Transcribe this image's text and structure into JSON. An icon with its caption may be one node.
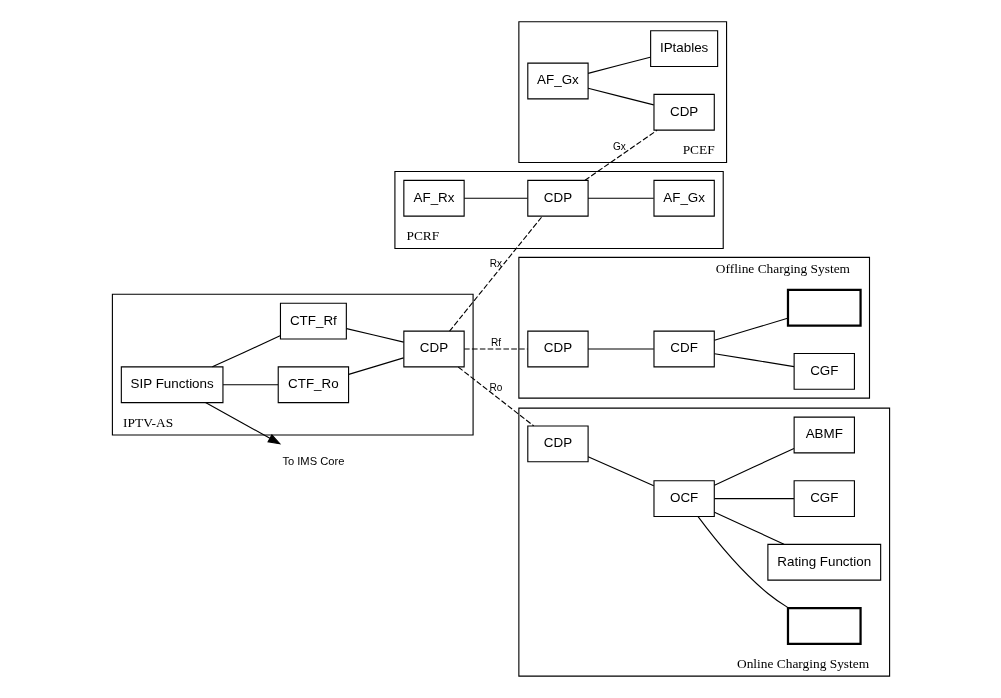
{
  "diagram": {
    "nodes": [
      {
        "text": [
          "Offline Charging System"
        ]
      },
      {
        "text": [
          "CDF"
        ],
        "in": 0
      },
      {
        "text": [
          "CGF"
        ],
        "in": 0
      },
      {
        "text": [
          "CDP"
        ],
        "in": 0
      },
      {
        "text": [],
        "shape": "box",
        "in": 0
      },
      {
        "text": [
          "IPTV-AS"
        ]
      },
      {
        "text": [
          "SIP Functions"
        ],
        "in": 5
      },
      {
        "text": [
          "CTF_Ro"
        ],
        "in": 5
      },
      {
        "text": [
          "CTF_Rf"
        ],
        "in": 5
      },
      {
        "text": [
          "CDP"
        ],
        "in": 5
      },
      {
        "text": [
          "Online Charging System"
        ]
      },
      {
        "text": [],
        "shape": "box",
        "in": 10
      },
      {
        "text": [
          "OCF"
        ],
        "in": 10
      },
      {
        "text": [
          "Rating Function"
        ],
        "in": 10
      },
      {
        "text": [
          "CGF"
        ],
        "in": 10
      },
      {
        "text": [
          "ABMF"
        ],
        "in": 10
      },
      {
        "text": [
          "CDP"
        ],
        "in": 10
      },
      {
        "text": [
          "PCRF"
        ]
      },
      {
        "text": [
          "AF_Rx"
        ],
        "in": 17
      },
      {
        "text": [
          "CDP"
        ],
        "in": 17
      },
      {
        "text": [
          "AF_Gx"
        ],
        "in": 17
      },
      {
        "text": [
          "PCEF"
        ]
      },
      {
        "text": [
          "AF_Gx"
        ],
        "in": 21
      },
      {
        "text": [
          "CDP"
        ],
        "in": 21
      },
      {
        "text": [
          "IPtables"
        ],
        "in": 21
      },
      {
        "text": [
          "To IMS Core"
        ]
      }
    ],
    "edges": [
      {
        "from": 3,
        "to": 1,
        "arrow": "none"
      },
      {
        "from": 1,
        "to": 2,
        "arrow": "none"
      },
      {
        "from": 1,
        "to": 4,
        "arrow": "none"
      },
      {
        "from": 6,
        "to": 25,
        "arrow": "to"
      },
      {
        "from": 6,
        "to": 7,
        "arrow": "none"
      },
      {
        "from": 6,
        "to": 8,
        "arrow": "none"
      },
      {
        "from": 7,
        "to": 9,
        "arrow": "none"
      },
      {
        "from": 8,
        "to": 9,
        "arrow": "none"
      },
      {
        "from": 9,
        "to": 3,
        "arrow": "none",
        "label": "Rf",
        "style": "dashed"
      },
      {
        "from": 9,
        "to": 16,
        "arrow": "none",
        "label": "Ro",
        "style": "dashed"
      },
      {
        "from": 16,
        "to": 12,
        "arrow": "none"
      },
      {
        "from": 12,
        "to": 11,
        "arrow": "none"
      },
      {
        "from": 12,
        "to": 13,
        "arrow": "none"
      },
      {
        "from": 12,
        "to": 14,
        "arrow": "none"
      },
      {
        "from": 12,
        "to": 15,
        "arrow": "none"
      },
      {
        "from": 9,
        "to": 19,
        "arrow": "none",
        "label": "Rx",
        "style": "dashed"
      },
      {
        "from": 18,
        "to": 19,
        "arrow": "none"
      },
      {
        "from": 19,
        "to": 20,
        "arrow": "none"
      },
      {
        "from": 19,
        "to": 23,
        "arrow": "none",
        "label": "Gx",
        "style": "dashed"
      },
      {
        "from": 22,
        "to": 23,
        "arrow": "none"
      },
      {
        "from": 22,
        "to": 24,
        "arrow": "none"
      }
    ]
  }
}
